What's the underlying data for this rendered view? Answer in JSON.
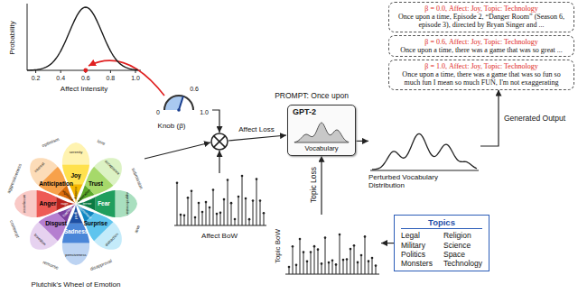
{
  "diagram": {
    "nodes": [
      {
        "text": [
          "β = 0.0, Affect: Joy, Topic: Technology",
          "Once upon a time, Episode 2, “Danger Room” (Season 6, episode 3), directed by Bryan Singer and ..."
        ]
      },
      {
        "text": [
          "β = 0.6, Affect: Joy, Topic: Technology",
          "Once upon a time, there was a game that was so great ..."
        ]
      },
      {
        "text": [
          "β = 1.0, Affect: Joy, Topic: Technology",
          "Once upon a time, there was a game that was so fun so much fun I mean so much FUN, I'm not exaggerating"
        ]
      },
      {
        "text": [
          "GPT-2",
          "Vocabulary"
        ]
      },
      {
        "text": [
          "Perturbed Vocabulary Distribution"
        ]
      },
      {
        "text": [
          "Topic BoW"
        ]
      },
      {
        "text": [
          "Topics",
          "Legal",
          "Religion",
          "Military",
          "Science",
          "Politics",
          "Space",
          "Monsters",
          "Technology"
        ]
      }
    ],
    "edges": [
      {
        "from": 6,
        "to": 5,
        "arrow": "to"
      },
      {
        "from": 5,
        "to": 3,
        "arrow": "to",
        "label": "Topic Loss"
      },
      {
        "from": 3,
        "to": 4,
        "arrow": "to"
      },
      {
        "from": 4,
        "to": 2,
        "arrow": "to",
        "label": "Generated Output"
      }
    ],
    "labels": [
      "Probability",
      "0.2",
      "0.4",
      "0.6",
      "0.8",
      "1.0",
      "Affect Intensity",
      "0",
      "0.6",
      "1.0",
      "Knob (β)",
      "Affect Loss",
      "PROMPT: Once upon",
      "Affect BoW",
      "Plutchik's Wheel of Emotion",
      "Joy",
      "Trust",
      "Fear",
      "Surprise",
      "Sadness",
      "Disgust",
      "Anger",
      "Anticipation",
      "ecstasy",
      "admiration",
      "terror",
      "amazement",
      "grief",
      "loathing",
      "rage",
      "vigilance",
      "serenity",
      "acceptance",
      "apprehension",
      "distraction",
      "pensiveness",
      "boredom",
      "annoyance",
      "interest",
      "love",
      "submission",
      "awe",
      "disapproval",
      "remorse",
      "contempt",
      "aggressiveness",
      "optimism"
    ]
  }
}
